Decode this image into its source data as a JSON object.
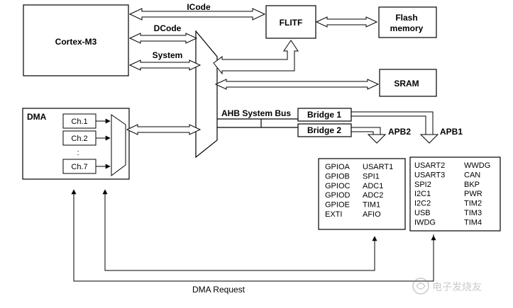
{
  "blocks": {
    "cortex": "Cortex-M3",
    "flitf": "FLITF",
    "flash_line1": "Flash",
    "flash_line2": "memory",
    "sram": "SRAM",
    "dma": "DMA"
  },
  "buses": {
    "icode": "ICode",
    "dcode": "DCode",
    "system": "System",
    "ahb": "AHB System Bus",
    "apb2": "APB2",
    "apb1": "APB1",
    "dma_request": "DMA Request"
  },
  "dma_channels": [
    "Ch.1",
    "Ch.2",
    ":",
    "Ch.7"
  ],
  "bridges": [
    "Bridge 1",
    "Bridge 2"
  ],
  "apb2_peripherals": {
    "col1": [
      "GPIOA",
      "GPIOB",
      "GPIOC",
      "GPIOD",
      "GPIOE",
      "EXTI"
    ],
    "col2": [
      "USART1",
      "SPI1",
      "ADC1",
      "ADC2",
      "TIM1",
      "AFIO"
    ]
  },
  "apb1_peripherals": {
    "col1": [
      "USART2",
      "USART3",
      "SPI2",
      "I2C1",
      "I2C2",
      "USB",
      "IWDG"
    ],
    "col2": [
      "WWDG",
      "CAN",
      "BKP",
      "PWR",
      "TIM2",
      "TIM3",
      "TIM4"
    ]
  },
  "watermark": "电子发烧友"
}
